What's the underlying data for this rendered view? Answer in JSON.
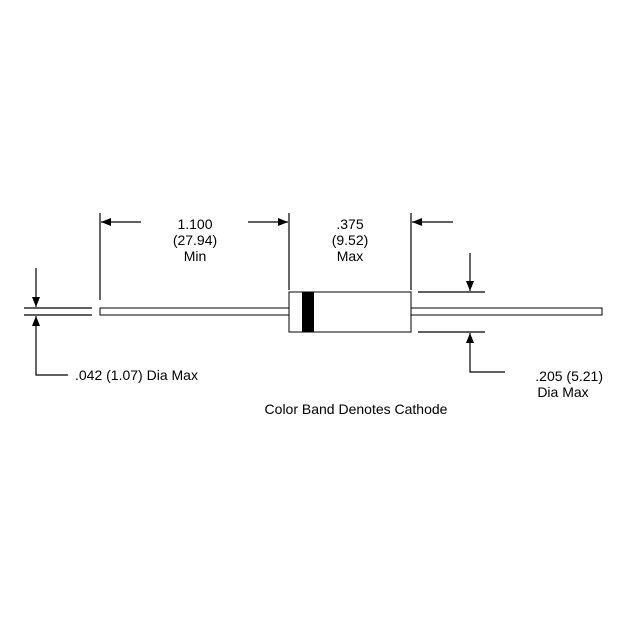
{
  "lead_length": {
    "inch": "1.100",
    "mm": "(27.94)",
    "qualifier": "Min"
  },
  "body_length": {
    "inch": ".375",
    "mm": "(9.52)",
    "qualifier": "Max"
  },
  "lead_diameter": {
    "label": ".042 (1.07) Dia Max"
  },
  "body_diameter": {
    "line1": ".205 (5.21)",
    "line2": "Dia Max"
  },
  "caption": "Color Band Denotes Cathode",
  "colors": {
    "line": "#000000",
    "band": "#000000",
    "background": "#ffffff"
  }
}
